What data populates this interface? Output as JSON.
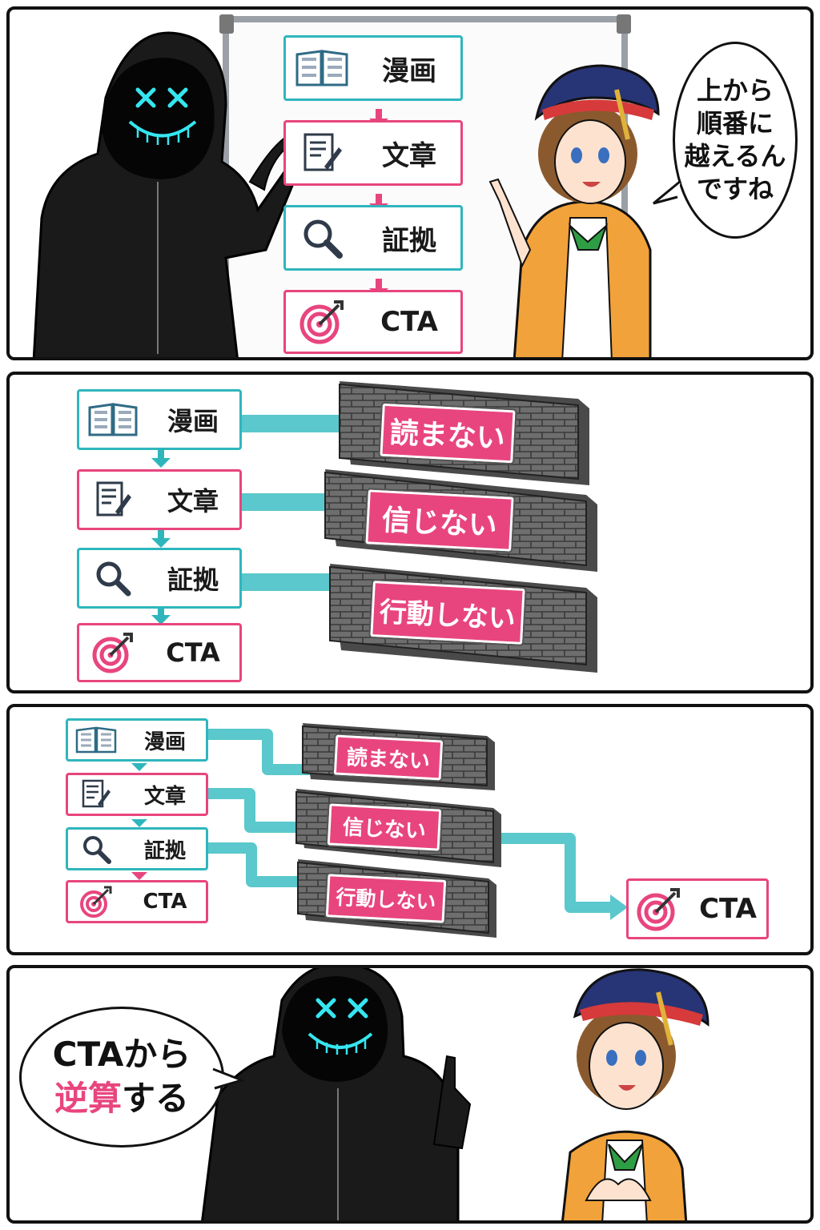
{
  "colors": {
    "teal": "#2fb6bd",
    "pink": "#e8457e",
    "outline": "#111111",
    "mask_glow": "#35e6f0"
  },
  "steps": [
    {
      "label": "漫画",
      "icon": "manga-book-icon",
      "color": "teal"
    },
    {
      "label": "文章",
      "icon": "document-pencil-icon",
      "color": "pink"
    },
    {
      "label": "証拠",
      "icon": "magnifier-icon",
      "color": "teal"
    },
    {
      "label": "CTA",
      "icon": "target-arrow-icon",
      "color": "pink"
    }
  ],
  "walls": [
    "読まない",
    "信じない",
    "行動しない"
  ],
  "panel1": {
    "speech": "上から\n順番に\n越えるん\nですね"
  },
  "panel3": {
    "goal_label": "CTA"
  },
  "panel4": {
    "speech_line1": "CTAから",
    "speech_line2_accent": "逆算",
    "speech_line2_rest": "する"
  }
}
